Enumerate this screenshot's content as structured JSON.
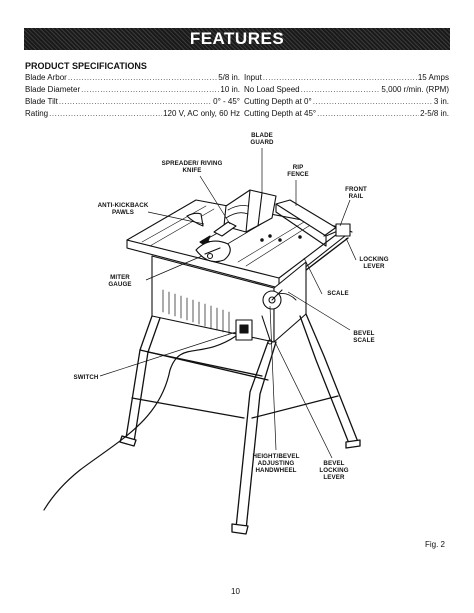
{
  "banner": {
    "title": "FEATURES"
  },
  "specs": {
    "heading": "PRODUCT SPECIFICATIONS",
    "left": [
      {
        "label": "Blade Arbor",
        "value": "5/8 in."
      },
      {
        "label": "Blade Diameter",
        "value": "10 in."
      },
      {
        "label": "Blade Tilt",
        "value": "0° - 45°"
      },
      {
        "label": "Rating",
        "value": "120 V, AC only, 60 Hz"
      }
    ],
    "right": [
      {
        "label": "Input",
        "value": "15 Amps"
      },
      {
        "label": "No Load Speed",
        "value": "5,000 r/min. (RPM)"
      },
      {
        "label": "Cutting Depth at 0°",
        "value": "3 in."
      },
      {
        "label": "Cutting Depth at 45°",
        "value": "2-5/8 in."
      }
    ]
  },
  "callouts": {
    "blade_guard": "BLADE\nGUARD",
    "spreader": "SPREADER/ RIVING\nKNIFE",
    "rip_fence": "RIP\nFENCE",
    "front_rail": "FRONT\nRAIL",
    "anti_kickback": "ANTI-KICKBACK\nPAWLS",
    "locking_lever": "LOCKING\nLEVER",
    "miter_gauge": "MITER\nGAUGE",
    "scale": "SCALE",
    "bevel_scale": "BEVEL\nSCALE",
    "switch": "SWITCH",
    "handwheel": "HEIGHT/BEVEL\nADJUSTING\nHANDWHEEL",
    "bevel_locking_lever": "BEVEL\nLOCKING\nLEVER"
  },
  "footer": {
    "figure": "Fig. 2",
    "page": "10"
  }
}
